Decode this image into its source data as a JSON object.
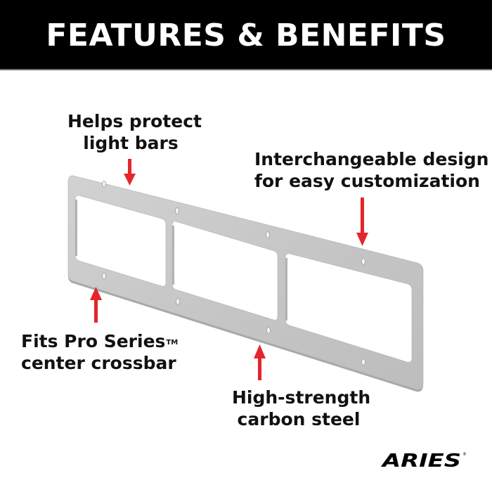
{
  "header": {
    "title": "FEATURES & BENEFITS"
  },
  "callouts": [
    {
      "id": "protect",
      "lines": [
        "Helps protect",
        "light bars"
      ]
    },
    {
      "id": "interchange",
      "lines": [
        "Interchangeable design",
        "for easy customization"
      ]
    },
    {
      "id": "fits",
      "lines": [
        "Fits Pro Series",
        "center crossbar"
      ],
      "trademark": "TM"
    },
    {
      "id": "steel",
      "lines": [
        "High-strength",
        "carbon steel"
      ]
    }
  ],
  "product": {
    "description": "Light bar mounting plate with three rectangular windows",
    "plate_color": "#c9c9c9",
    "window_count": 3
  },
  "arrows": {
    "color": "#e3262b"
  },
  "brand": {
    "logo_text": "ARIES",
    "registered_mark": "®"
  }
}
